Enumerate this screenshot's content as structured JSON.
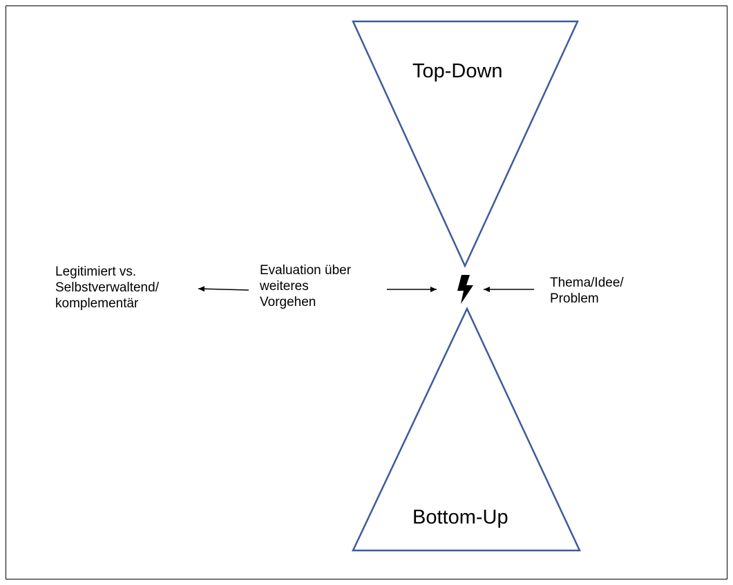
{
  "diagram": {
    "top_label": "Top-Down",
    "bottom_label": "Bottom-Up",
    "left_text": [
      "Legitimiert vs.",
      "Selbstverwaltend/",
      "komplementär"
    ],
    "center_text": [
      "Evaluation über",
      "weiteres",
      "Vorgehen"
    ],
    "right_text": [
      "Thema/Idee/",
      "Problem"
    ],
    "center_icon": "lightning-bolt-icon",
    "colors": {
      "triangle_stroke": "#3D5A9B",
      "text": "#000000",
      "arrows": "#000000",
      "border": "#000000"
    }
  }
}
